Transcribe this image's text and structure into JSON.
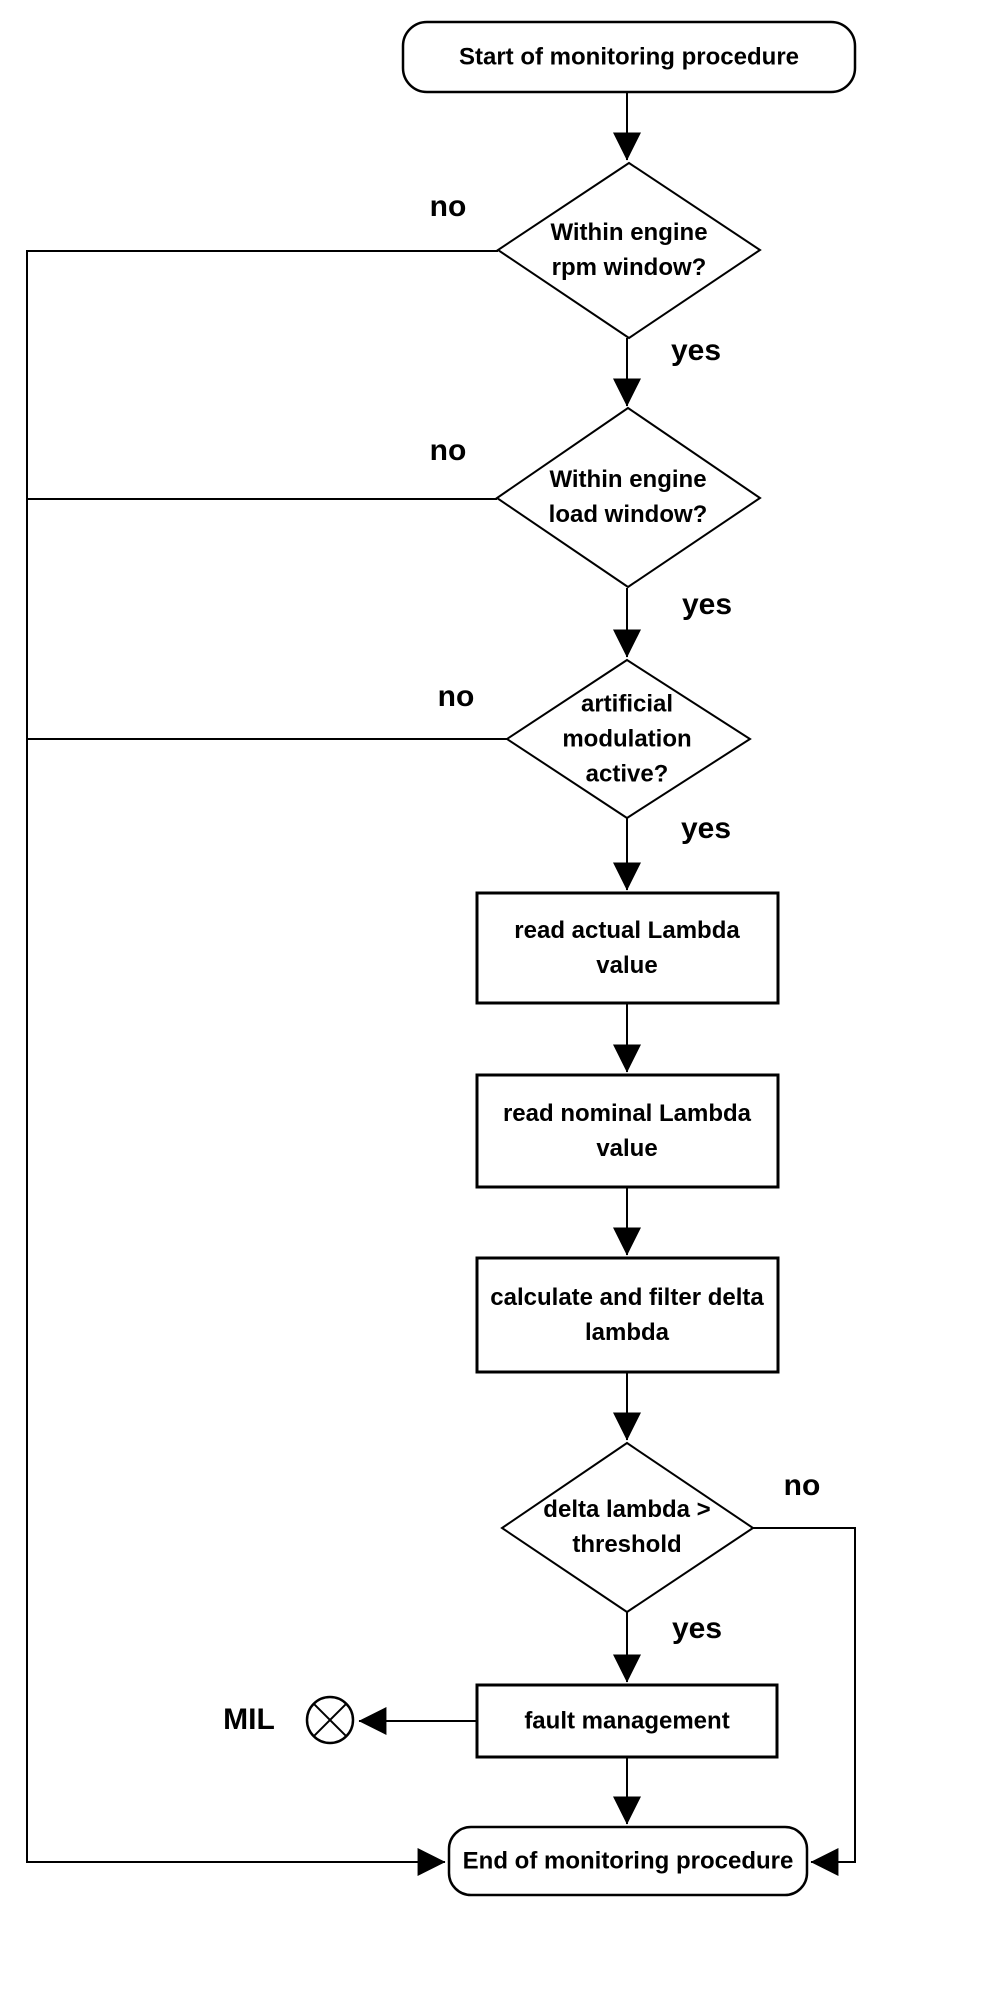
{
  "diagram": {
    "nodes": {
      "start": "Start of monitoring procedure",
      "rpm_window": "Within engine\nrpm window?",
      "load_window": "Within engine\nload window?",
      "artificial_modulation": "artificial\nmodulation\nactive?",
      "read_actual_lambda": "read actual Lambda\nvalue",
      "read_nominal_lambda": "read nominal Lambda\nvalue",
      "calculate_filter_delta": "calculate and filter delta\nlambda",
      "delta_threshold": "delta lambda >\nthreshold",
      "fault_management": "fault management",
      "end": "End of monitoring procedure",
      "mil": "MIL"
    },
    "edge_labels": {
      "rpm_no": "no",
      "rpm_yes": "yes",
      "load_no": "no",
      "load_yes": "yes",
      "modulation_no": "no",
      "modulation_yes": "yes",
      "threshold_no": "no",
      "threshold_yes": "yes"
    },
    "colors": {
      "stroke": "#000000",
      "fill": "#ffffff",
      "background": "#ffffff",
      "text": "#000000"
    }
  }
}
